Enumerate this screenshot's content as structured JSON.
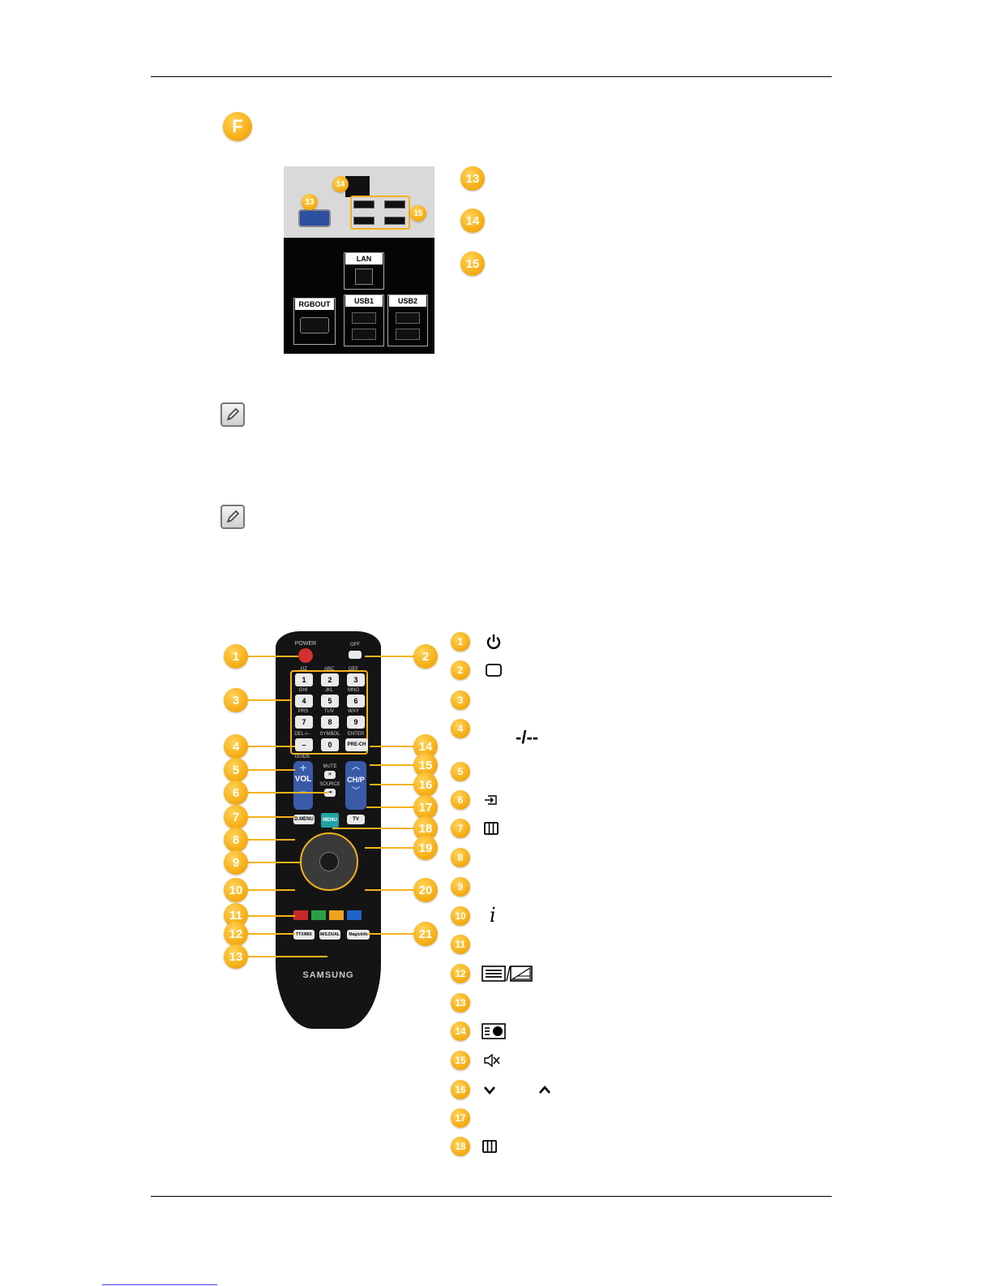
{
  "section_badge": "F",
  "rear_panel": {
    "callouts": [
      "13",
      "14",
      "15"
    ],
    "labels": {
      "lan": "LAN",
      "rgbout": "RGBOUT",
      "usb1": "USB1",
      "usb2": "USB2"
    }
  },
  "remote": {
    "keys": {
      "power": "POWER",
      "off": "OFF",
      "n1": "1",
      "n2": "2",
      "n3": "3",
      "n4": "4",
      "n5": "5",
      "n6": "6",
      "n7": "7",
      "n8": "8",
      "n9": "9",
      "n0": "0",
      "del": "DEL-/--",
      "symbol": "SYMBOL",
      "enter": "ENTER",
      "prech": "PRE-CH",
      "guide": "GUIDE",
      "mute": "MUTE",
      "source": "SOURCE",
      "vol": "VOL",
      "chp": "CH/P",
      "dmenu": "D.MENU",
      "tv": "TV",
      "menu": "MENU",
      "ttxmix": "TTX/MIX",
      "mdual": "M/S.DUAL",
      "magicinfo": "MagicInfo",
      "brand": "SAMSUNG",
      "abc": "ABC",
      "def": "DEF",
      "ghi": "GHI",
      "jkl": "JKL",
      "mno": "MNO",
      "prs": "PRS",
      "tuv": "TUV",
      "wxy": "WXY",
      "qz": ".QZ"
    },
    "colors": [
      "#c62828",
      "#2e9e44",
      "#f0a21c",
      "#1f63c8"
    ],
    "callouts_left": [
      "1",
      "3",
      "4",
      "5",
      "6",
      "7",
      "8",
      "9",
      "10",
      "11",
      "12",
      "13"
    ],
    "callouts_right": [
      "2",
      "14",
      "15",
      "16",
      "17",
      "18",
      "19",
      "20",
      "21"
    ]
  },
  "legend": {
    "items": [
      "1",
      "2",
      "3",
      "4",
      "5",
      "6",
      "7",
      "8",
      "9",
      "10",
      "11",
      "12",
      "13",
      "14",
      "15",
      "16",
      "17",
      "18"
    ],
    "glyph_4": "-/--",
    "glyph_10": "i"
  }
}
